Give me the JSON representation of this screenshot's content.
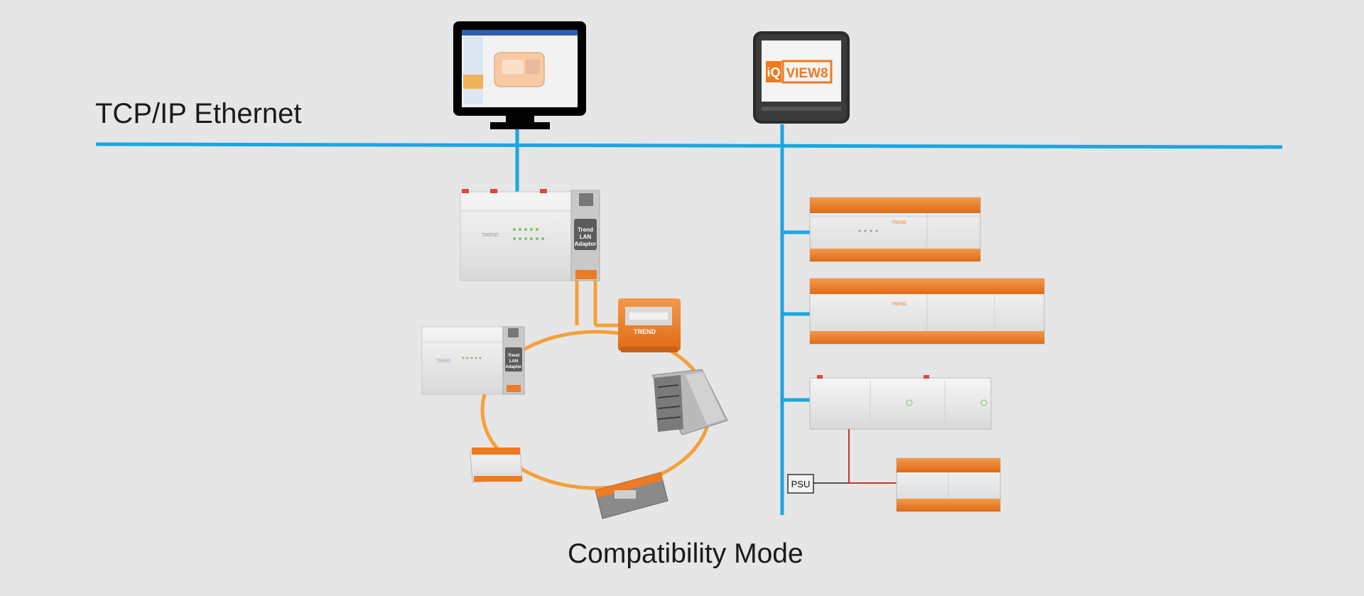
{
  "network": {
    "label": "TCP/IP Ethernet"
  },
  "footer": {
    "label": "Compatibility Mode"
  },
  "devices": {
    "touchscreen": {
      "brand_a": "iQ",
      "brand_b": "VIEW8"
    },
    "lan_adaptor_1": {
      "line1": "Trend",
      "line2": "LAN",
      "line3": "Adaptor"
    },
    "lan_adaptor_2": {
      "line1": "Trend",
      "line2": "LAN",
      "line3": "Adaptor"
    },
    "controller_brand": "TREND",
    "psu": "PSU"
  },
  "colors": {
    "ethernet": "#1aa7e0",
    "lan_ring": "#f5a03a",
    "power": "#c0392b",
    "device_orange": "#ee7a22"
  }
}
